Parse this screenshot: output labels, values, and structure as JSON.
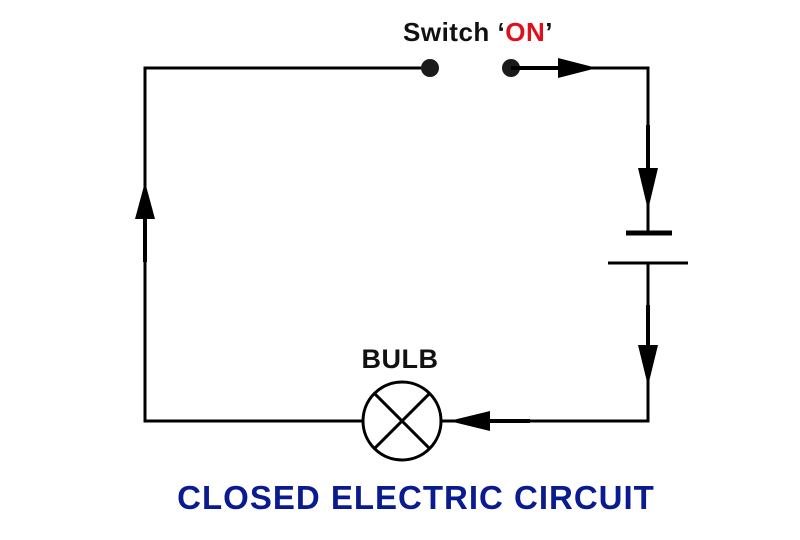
{
  "diagram": {
    "switch_label": {
      "prefix": "Switch ‘",
      "state": "ON",
      "suffix": "’"
    },
    "bulb_label": "BULB",
    "title": "CLOSED ELECTRIC CIRCUIT"
  },
  "colors": {
    "wire": "#000000",
    "switch_state": "#e0101a",
    "title": "#0a1a8f"
  }
}
